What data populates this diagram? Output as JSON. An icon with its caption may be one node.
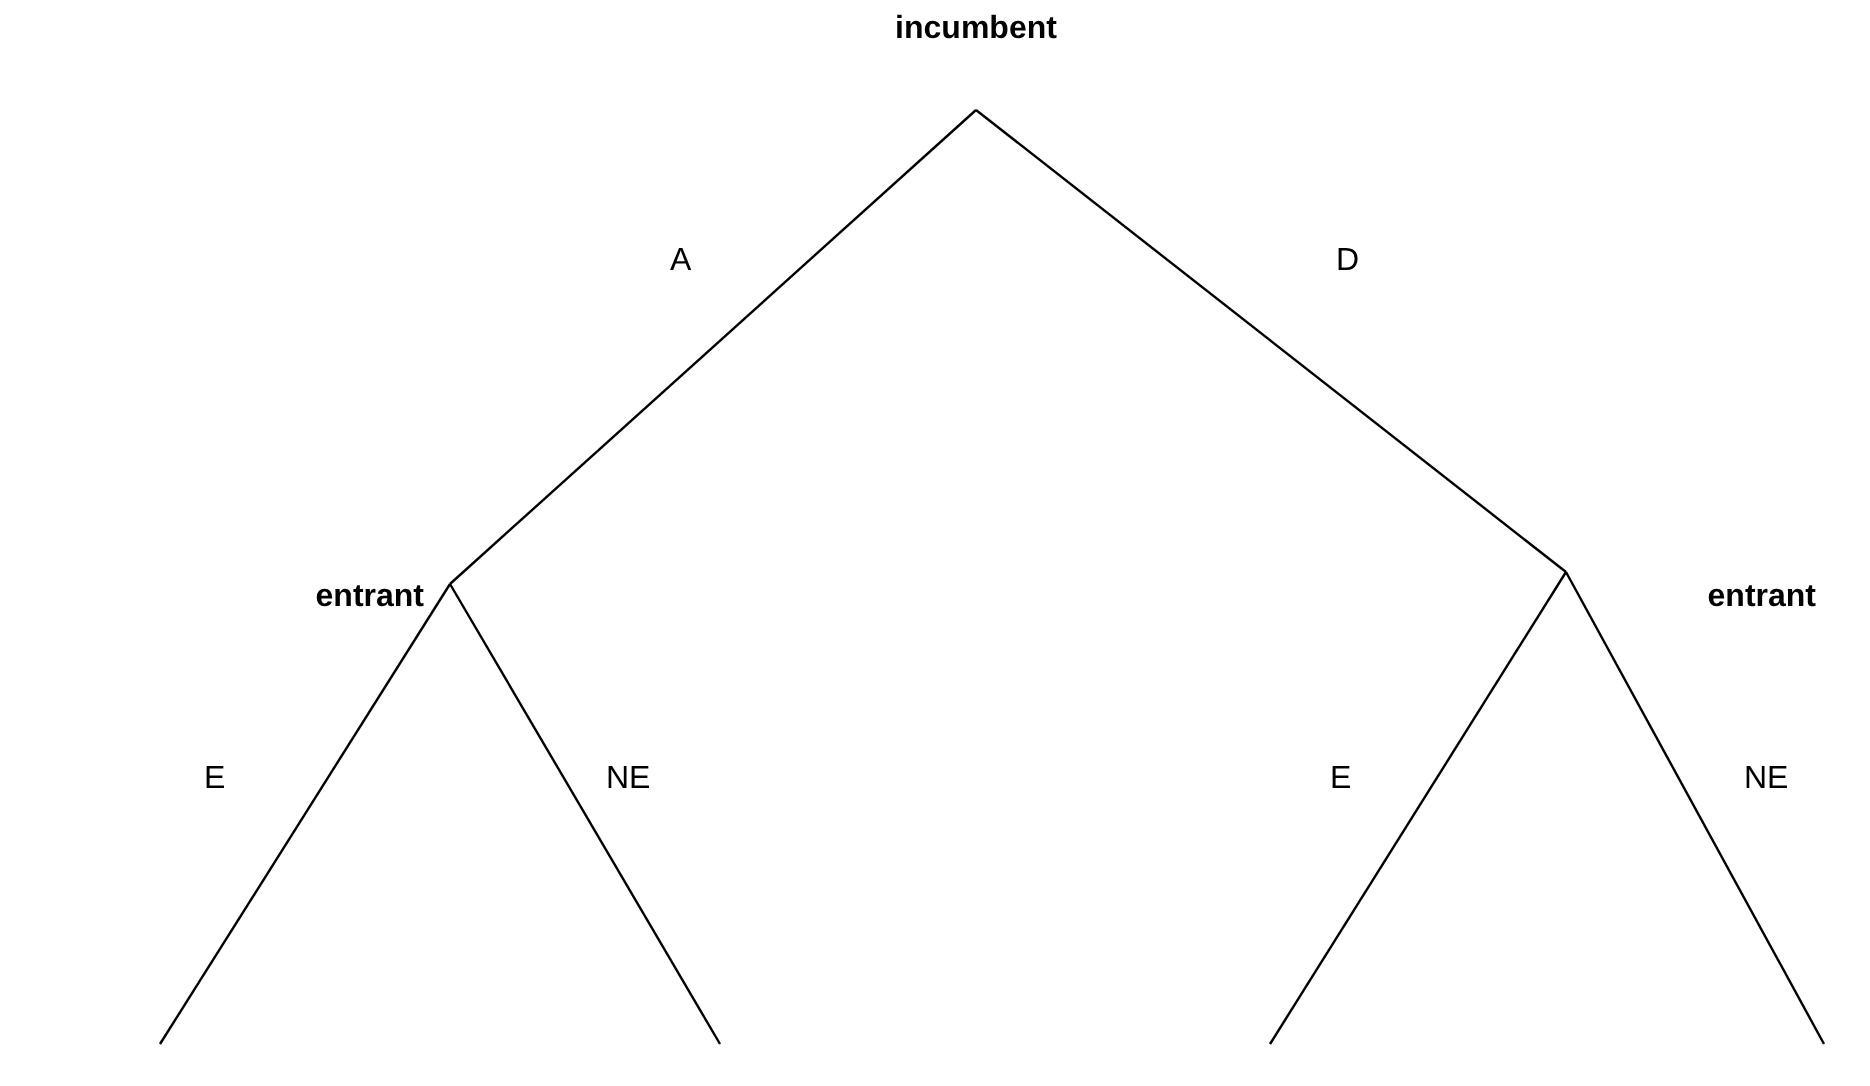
{
  "diagram": {
    "nodes": [
      {
        "text": [
          "incumbent"
        ]
      },
      {
        "text": [
          "entrant"
        ]
      },
      {
        "text": [
          "entrant"
        ]
      }
    ],
    "edges": [
      {
        "from": 0,
        "to": 1,
        "arrow": "none",
        "label": "A"
      },
      {
        "from": 0,
        "to": 2,
        "arrow": "none",
        "label": "D"
      },
      {
        "from": 1,
        "to": null,
        "arrow": "none",
        "label": "E"
      },
      {
        "from": 1,
        "to": null,
        "arrow": "none",
        "label": "NE"
      },
      {
        "from": 2,
        "to": null,
        "arrow": "none",
        "label": "E"
      },
      {
        "from": 2,
        "to": null,
        "arrow": "none",
        "label": "NE"
      }
    ]
  }
}
